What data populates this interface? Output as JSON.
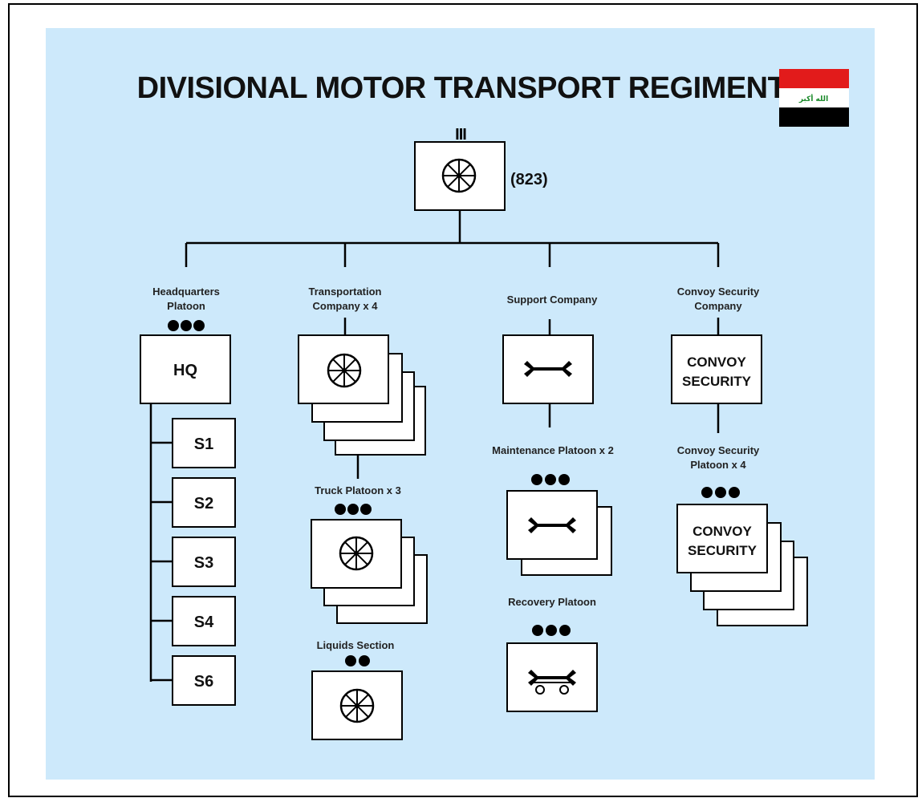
{
  "title": "DIVISIONAL MOTOR TRANSPORT REGIMENT",
  "echelon": "III",
  "unit_number": "(823)",
  "flag": {
    "colors": [
      "#e21b1b",
      "#ffffff",
      "#000000"
    ],
    "inscription": "الله أكبر",
    "star_color": "#1a8a2a"
  },
  "colors": {
    "background": "#cde9fb",
    "box": "#ffffff",
    "line": "#000000"
  },
  "units": {
    "hq": {
      "label_line1": "Headquarters",
      "label_line2": "Platoon",
      "box_text": "HQ",
      "staff": [
        "S1",
        "S2",
        "S3",
        "S4",
        "S6"
      ]
    },
    "transport": {
      "label_line1": "Transportation",
      "label_line2": "Company  x 4"
    },
    "truck": {
      "label": "Truck Platoon x 3"
    },
    "liquids": {
      "label": "Liquids Section"
    },
    "support": {
      "label": "Support Company"
    },
    "maintenance": {
      "label": "Maintenance Platoon x 2"
    },
    "recovery": {
      "label": "Recovery Platoon"
    },
    "convoy": {
      "label_line1": "Convoy Security",
      "label_line2": "Company",
      "box_line1": "CONVOY",
      "box_line2": "SECURITY"
    },
    "convoy_platoon": {
      "label_line1": "Convoy Security",
      "label_line2": "Platoon x 4",
      "box_line1": "CONVOY",
      "box_line2": "SECURITY"
    }
  }
}
